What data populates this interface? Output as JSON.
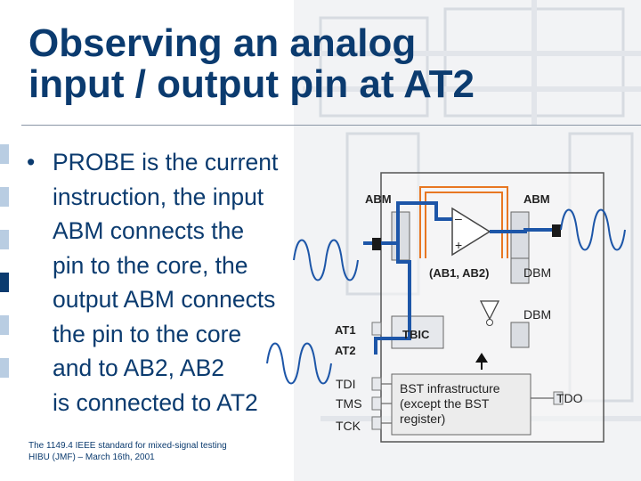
{
  "slide": {
    "title_line1": "Observing an analog",
    "title_line2": "input / output pin at AT2",
    "bullet_symbol": "•",
    "bullet_text": "PROBE is the current\ninstruction, the input\nABM connects the\npin to the core, the\noutput ABM connects\nthe pin to the core\nand to AB2, AB2\nis connected  to AT2",
    "footer_line1": "The 1149.4 IEEE standard for mixed-signal testing",
    "footer_line2": "HIBU (JMF) – March 16th, 2001"
  },
  "diagram": {
    "abm_left": "ABM",
    "abm_right": "ABM",
    "ab_bus": "(AB1, AB2)",
    "dbm_top": "DBM",
    "dbm_bottom": "DBM",
    "at1": "AT1",
    "at2": "AT2",
    "tbic": "TBIC",
    "tdi": "TDI",
    "tms": "TMS",
    "tck": "TCK",
    "tdo": "TDO",
    "bst_line1": "BST infrastructure",
    "bst_line2": "(except the BST",
    "bst_line3": "register)",
    "plus": "+",
    "minus": "–"
  },
  "colors": {
    "title": "#0b3b6f",
    "highlight_path": "#1d56a8",
    "bus_orange": "#e87722",
    "sidebar_dark": "#0b3b6f",
    "sidebar_light": "#b9cde2"
  }
}
